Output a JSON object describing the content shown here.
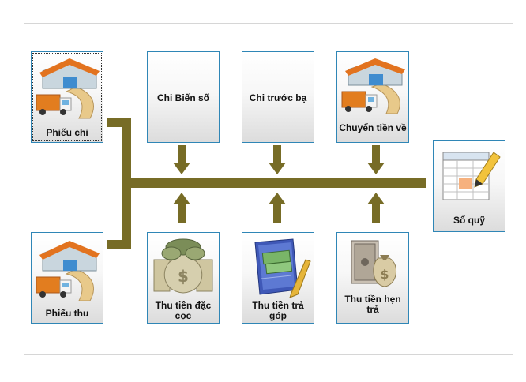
{
  "tiles": {
    "phieu_chi": {
      "label": "Phiếu chi",
      "icon": "warehouse-truck-icon"
    },
    "chi_bien_so": {
      "label": "Chi Biến số"
    },
    "chi_truoc_ba": {
      "label": "Chi trước bạ"
    },
    "chuyen_tien_ve": {
      "label": "Chuyển tiền về",
      "icon": "warehouse-truck-icon"
    },
    "so_quy": {
      "label": "Sổ quỹ",
      "icon": "ledger-pencil-icon"
    },
    "phieu_thu": {
      "label": "Phiếu thu",
      "icon": "warehouse-truck-icon"
    },
    "thu_tien_dat_coc": {
      "label": "Thu tiền đặc cọc",
      "icon": "money-bag-icon"
    },
    "thu_tien_tra_gop": {
      "label": "Thu tiền trả góp",
      "icon": "notebook-money-icon"
    },
    "thu_tien_hen_tra": {
      "label": "Thu tiền hẹn trả",
      "icon": "safe-money-icon"
    }
  },
  "colors": {
    "connector": "#776c26",
    "tile_border": "#2f86b6"
  }
}
